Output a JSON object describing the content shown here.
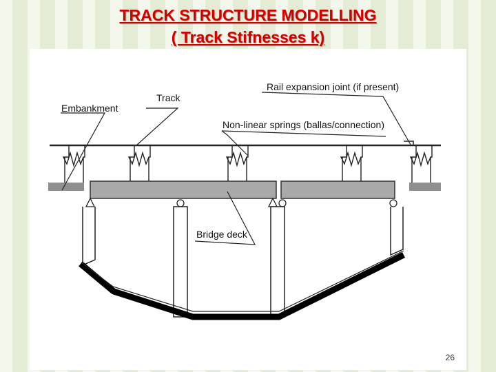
{
  "slide": {
    "title_line1": "TRACK STRUCTURE MODELLING",
    "title_line2": "( Track Stifnesses k)",
    "page_number": "26"
  },
  "diagram": {
    "labels": {
      "embankment": "Embankment",
      "track": "Track",
      "rail_joint": "Rail expansion joint (if present)",
      "springs": "Non-linear springs (ballas/connection)",
      "bridge_deck": "Bridge deck"
    }
  }
}
